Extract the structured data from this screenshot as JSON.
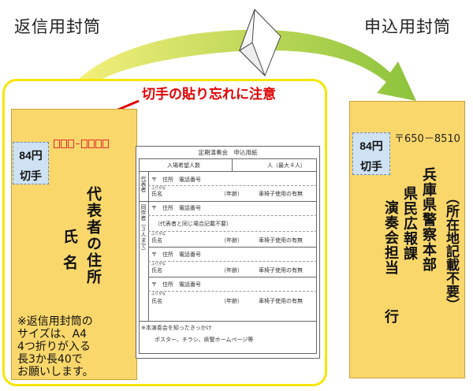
{
  "labels": {
    "left": "返信用封筒",
    "right": "申込用封筒"
  },
  "warning": "切手の貼り忘れに注意",
  "left_envelope": {
    "stamp": {
      "price": "84円",
      "label": "切手"
    },
    "address": "代表者の住所",
    "name": "氏名",
    "note_lines": [
      "※返信用封筒の",
      "サイズは、A4",
      "4つ折りが入る",
      "長3か長40で",
      "お願いします。"
    ]
  },
  "right_envelope": {
    "stamp": {
      "price": "84円",
      "label": "切手"
    },
    "zip": "〒650－8510",
    "address_note": "（所在地記載不要）",
    "lines": [
      "兵庫県警察本部",
      "県民広報課",
      "演奏会担当",
      "行"
    ]
  },
  "form": {
    "title": "定期演奏会　申込用紙",
    "seats_label": "入場希望人数",
    "seats_value": "人（最大４人）",
    "rep_side": "代表者",
    "companion_side": "同伴者（３人まで）",
    "address_label": "〒　住所　電話番号",
    "furigana": "ふりがな",
    "name_label": "氏名",
    "age_label": "（年齢）",
    "wheelchair_label": "車椅子使用の有無",
    "same_address_note": "（代表者と同じ場合記載不要）",
    "footer_q": "※本演奏会を知ったきっかけ",
    "footer_options": "ポスター、チラシ、県警ホームページ等"
  }
}
